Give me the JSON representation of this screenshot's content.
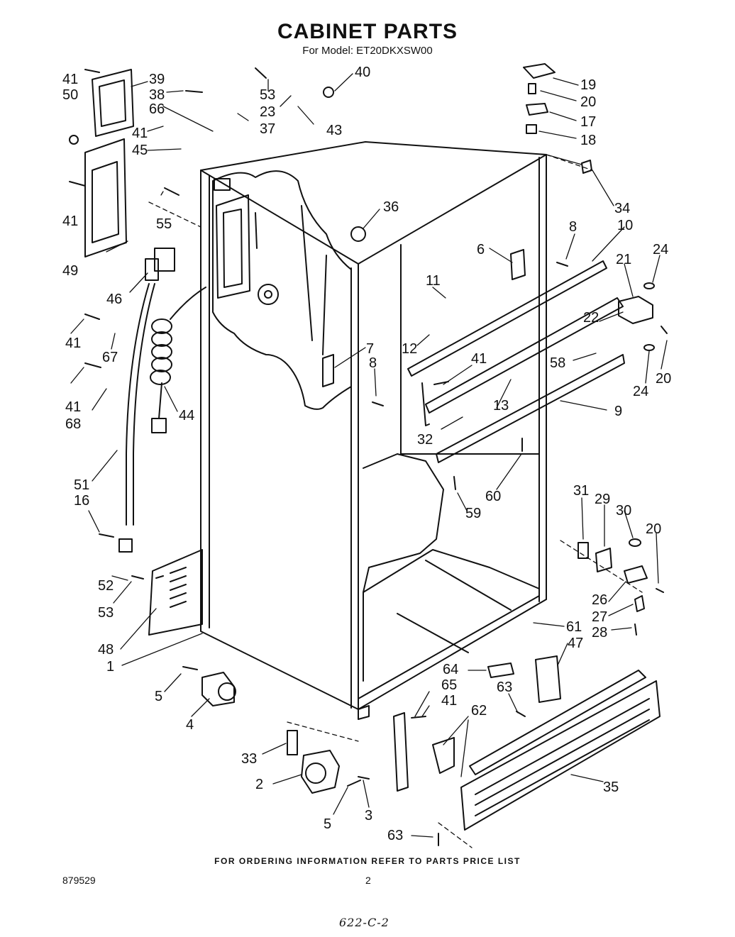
{
  "header": {
    "title": "CABINET PARTS",
    "model_line": "For Model: ET20DKXSW00"
  },
  "footer": {
    "ordering_note": "FOR ORDERING INFORMATION REFER TO PARTS PRICE LIST",
    "document_number": "879529",
    "page_number": "2",
    "handwritten_note": "622-C-2"
  },
  "callouts": [
    "41",
    "39",
    "38",
    "50",
    "66",
    "53",
    "23",
    "40",
    "43",
    "37",
    "41",
    "45",
    "19",
    "20",
    "17",
    "18",
    "41",
    "55",
    "34",
    "36",
    "8",
    "10",
    "6",
    "24",
    "21",
    "49",
    "46",
    "11",
    "41",
    "67",
    "7",
    "8",
    "12",
    "22",
    "58",
    "20",
    "24",
    "41",
    "68",
    "44",
    "41",
    "13",
    "9",
    "32",
    "60",
    "59",
    "51",
    "16",
    "31",
    "29",
    "30",
    "20",
    "52",
    "53",
    "26",
    "27",
    "28",
    "48",
    "61",
    "1",
    "47",
    "64",
    "5",
    "65",
    "41",
    "63",
    "4",
    "62",
    "33",
    "2",
    "3",
    "5",
    "35",
    "63"
  ]
}
